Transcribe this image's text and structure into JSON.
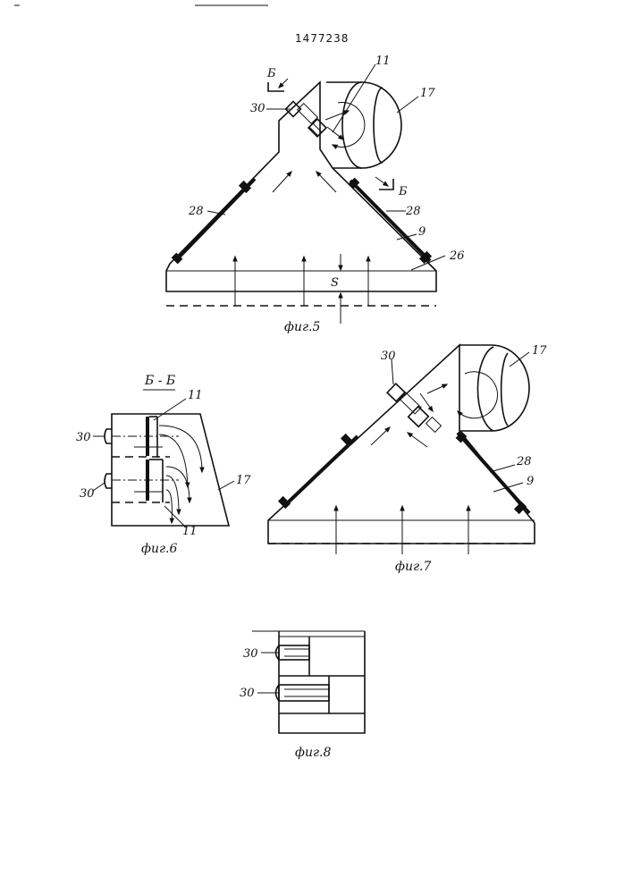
{
  "document_number": "1477238",
  "figures": {
    "fig5": {
      "caption": "фиг.5",
      "section_marks": [
        "Б",
        "Б"
      ],
      "labels": {
        "l30": "30",
        "l11": "11",
        "l17": "17",
        "l28a": "28",
        "l28b": "28",
        "l9": "9",
        "l26": "26",
        "lS": "S"
      }
    },
    "fig6": {
      "caption": "фиг.6",
      "section_title": "Б - Б",
      "labels": {
        "l11a": "11",
        "l11b": "11",
        "l30a": "30",
        "l30b": "30",
        "l17": "17"
      }
    },
    "fig7": {
      "caption": "фиг.7",
      "labels": {
        "l30": "30",
        "l17": "17",
        "l28": "28",
        "l9": "9"
      }
    },
    "fig8": {
      "caption": "фиг.8",
      "labels": {
        "l30a": "30",
        "l30b": "30"
      }
    }
  }
}
